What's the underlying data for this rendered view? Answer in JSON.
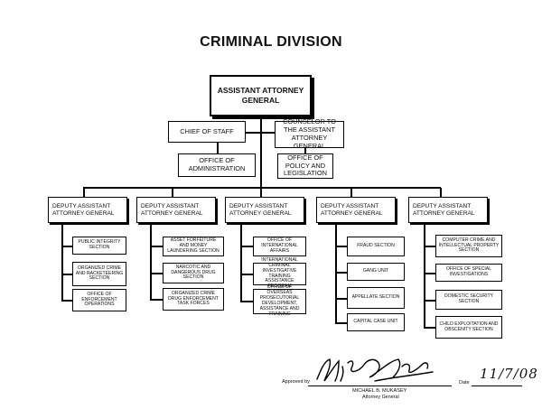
{
  "title": "CRIMINAL DIVISION",
  "top": "ASSISTANT ATTORNEY GENERAL",
  "chief_of_staff": "CHIEF OF STAFF",
  "counselor": "COUNSELOR TO THE ASSISTANT ATTORNEY GENERAL",
  "office_admin": "OFFICE OF ADMINISTRATION",
  "office_policy": "OFFICE OF POLICY AND LEGISLATION",
  "deputies": [
    {
      "label": "DEPUTY ASSISTANT ATTORNEY GENERAL",
      "sections": [
        "PUBLIC INTEGRITY SECTION",
        "ORGANIZED CRIME AND RACKETEERING SECTION",
        "OFFICE OF ENFORCEMENT OPERATIONS"
      ]
    },
    {
      "label": "DEPUTY ASSISTANT ATTORNEY GENERAL",
      "sections": [
        "ASSET FORFEITURE AND MONEY LAUNDERING SECTION",
        "NARCOTIC AND DANGEROUS DRUG SECTION",
        "ORGANIZED CRIME DRUG ENFORCEMENT TASK FORCES"
      ]
    },
    {
      "label": "DEPUTY ASSISTANT ATTORNEY GENERAL",
      "sections": [
        "OFFICE OF INTERNATIONAL AFFAIRS",
        "INTERNATIONAL CRIMINAL INVESTIGATIVE TRAINING ASSISTANCE PROGRAM",
        "OFFICE OF OVERSEAS PROSECUTORIAL DEVELOPMENT, ASSISTANCE AND TRAINING"
      ]
    },
    {
      "label": "DEPUTY ASSISTANT ATTORNEY GENERAL",
      "sections": [
        "FRAUD SECTION",
        "GANG UNIT",
        "APPELLATE SECTION",
        "CAPITAL CASE UNIT"
      ]
    },
    {
      "label": "DEPUTY ASSISTANT ATTORNEY GENERAL",
      "sections": [
        "COMPUTER CRIME AND INTELLECTUAL PROPERTY SECTION",
        "OFFICE OF SPECIAL INVESTIGATIONS",
        "DOMESTIC SECURITY SECTION",
        "CHILD EXPLOITATION AND OBSCENITY SECTION"
      ]
    }
  ],
  "approval": {
    "approved_by": "Approved by",
    "name": "MICHAEL B. MUKASEY",
    "role": "Attorney General",
    "date_label": "Date",
    "date_value": "11/7/08"
  }
}
